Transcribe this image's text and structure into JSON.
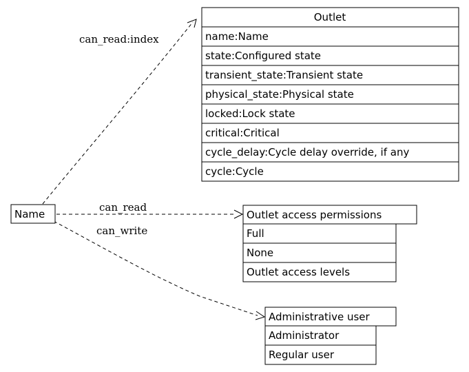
{
  "source_node": {
    "label": "Name"
  },
  "tables": {
    "outlet": {
      "title": "Outlet",
      "rows": [
        "name:Name",
        "state:Configured state",
        "transient_state:Transient state",
        "physical_state:Physical state",
        "locked:Lock state",
        "critical:Critical",
        "cycle_delay:Cycle delay override, if any",
        "cycle:Cycle"
      ]
    },
    "permissions": {
      "title": "Outlet access permissions",
      "rows": [
        "Full",
        "None",
        "Outlet access levels"
      ]
    },
    "admin": {
      "title": "Administrative user",
      "rows": [
        "Administrator",
        "Regular user"
      ]
    }
  },
  "edges": {
    "can_read_index": "can_read:index",
    "can_read": "can_read",
    "can_write": "can_write"
  }
}
